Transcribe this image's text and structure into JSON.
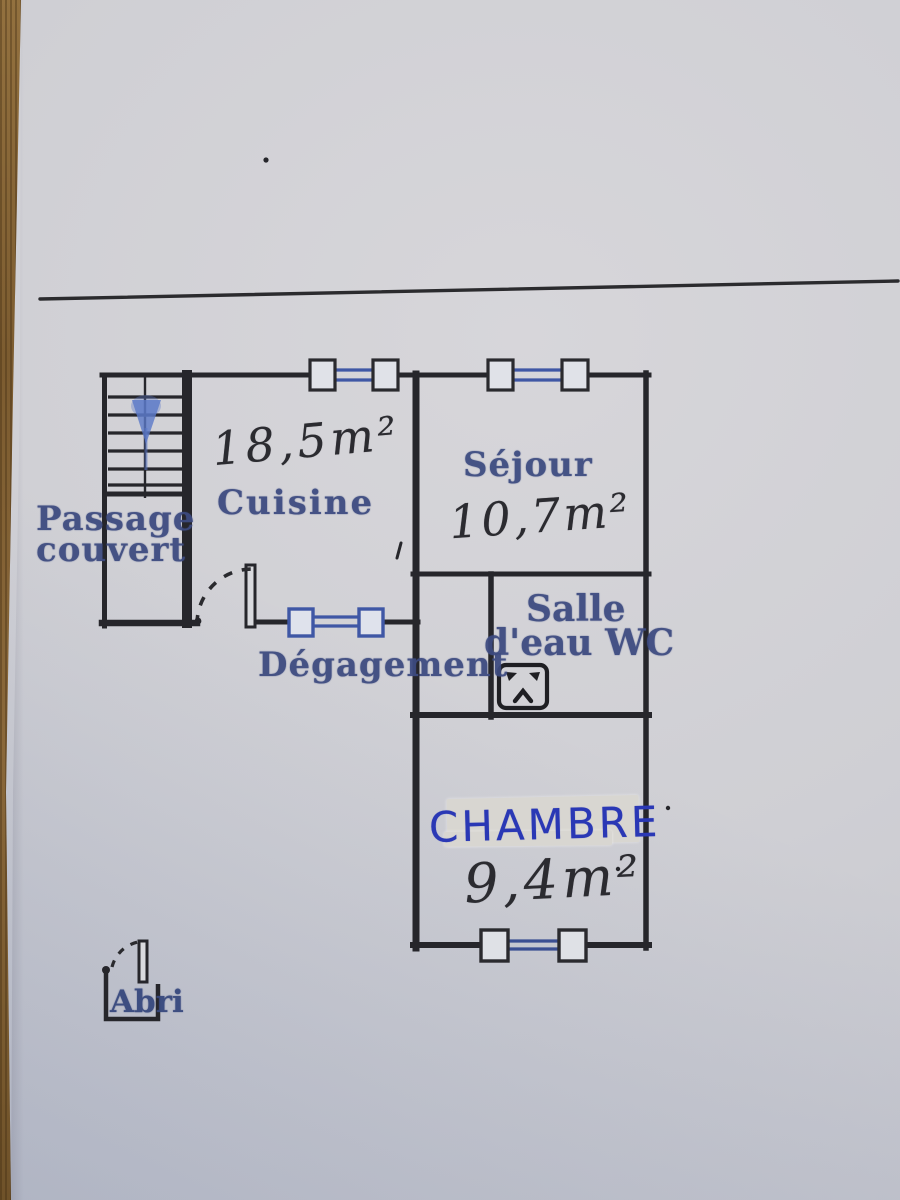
{
  "photo": {
    "paper_color": "#cdced4",
    "wood_color": "#856439",
    "ink_color": "#26262b",
    "stamp_blue": "#3d4b80",
    "window_blue": "#3f57a5",
    "marker_blue": "#5b79c8",
    "pen_blue": "#2a38b5",
    "tape_color": "#d8d6d1"
  },
  "plan": {
    "rooms": [
      {
        "id": "passage-couvert",
        "label_line1": "Passage",
        "label_line2": "couvert"
      },
      {
        "id": "cuisine",
        "label": "Cuisine",
        "area": "18,5m²"
      },
      {
        "id": "sejour",
        "label": "Séjour",
        "area": "10,7m²"
      },
      {
        "id": "degagement",
        "label": "Dégagement"
      },
      {
        "id": "salle-eau-wc",
        "label_line1": "Salle",
        "label_line2": "d'eau WC"
      },
      {
        "id": "chambre",
        "label": "CHAMBRE",
        "area": "9,4m²"
      },
      {
        "id": "abri",
        "label": "Abri"
      }
    ]
  }
}
